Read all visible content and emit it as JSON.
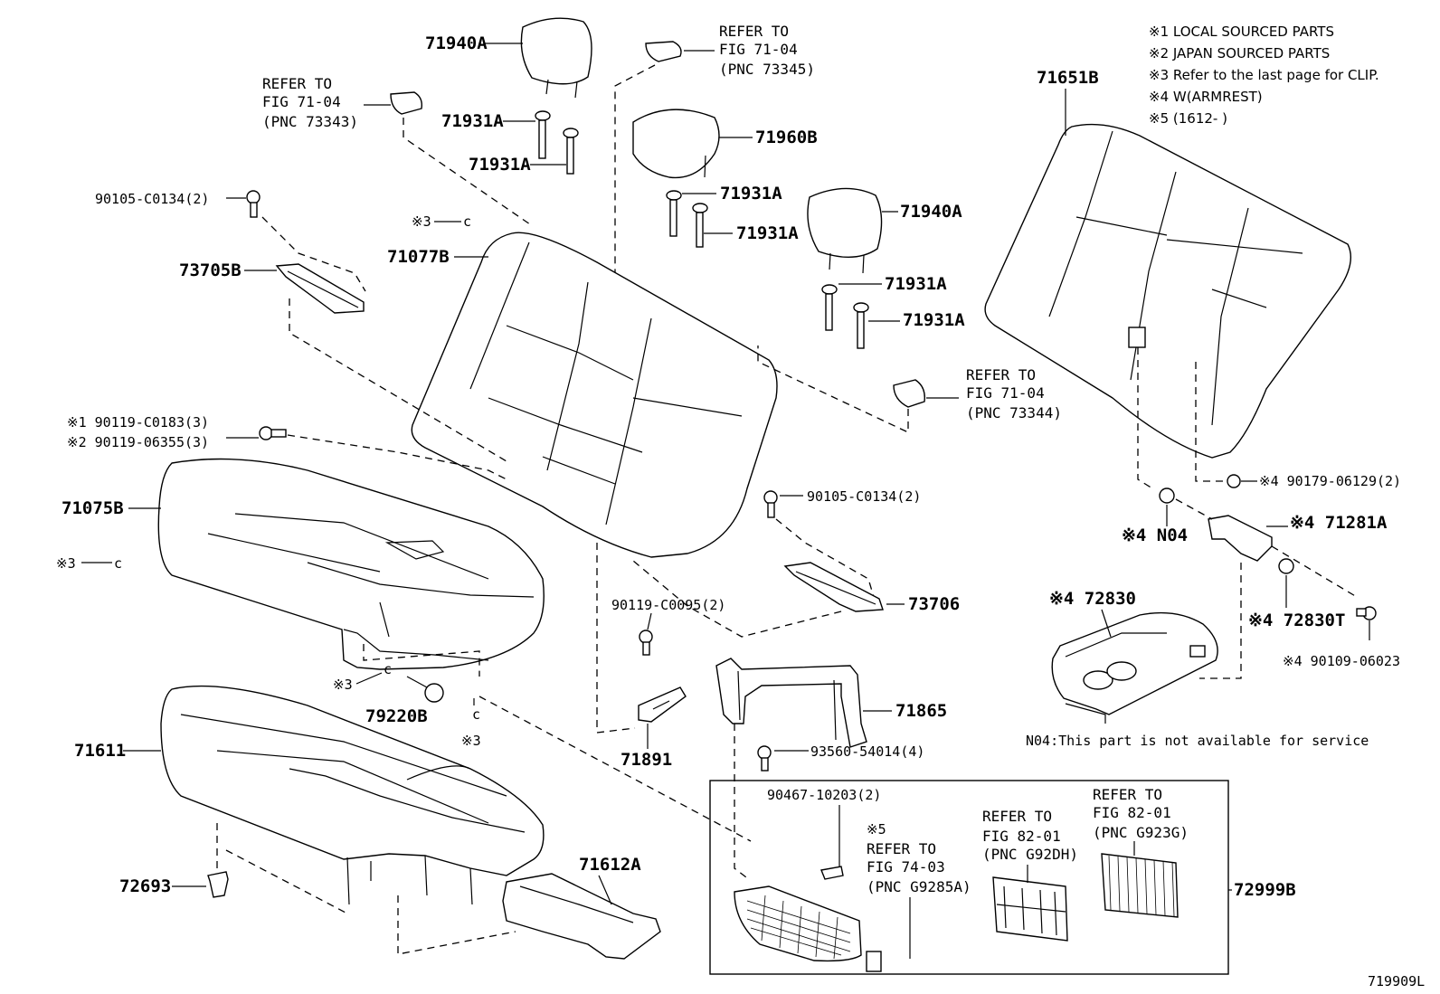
{
  "notes": {
    "n1": "※1 LOCAL SOURCED PARTS",
    "n2": "※2 JAPAN SOURCED PARTS",
    "n3": "※3 Refer to the last page for CLIP.",
    "n4": "※4 W(ARMREST)",
    "n5": "※5 (1612-      )"
  },
  "parts": {
    "p71940A_1": "71940A",
    "p71931A_1": "71931A",
    "p71931A_2": "71931A",
    "p71960B": "71960B",
    "p71931A_3": "71931A",
    "p71931A_4": "71931A",
    "p71940A_2": "71940A",
    "p71931A_5": "71931A",
    "p71931A_6": "71931A",
    "p71651B": "71651B",
    "p90105a": "90105-C0134(2)",
    "p73705B": "73705B",
    "p71077B": "71077B",
    "p90119a": "※1 90119-C0183(3)",
    "p90119b": "※2 90119-06355(3)",
    "p71075B": "71075B",
    "p90105b": "90105-C0134(2)",
    "p73706": "73706",
    "p90119c": "90119-C0095(2)",
    "p71891": "71891",
    "p79220B": "79220B",
    "p71611": "71611",
    "p71612A": "71612A",
    "p72693": "72693",
    "p71865": "71865",
    "p93560": "93560-54014(4)",
    "p90467": "90467-10203(2)",
    "p72999B": "72999B",
    "p90179": "※4 90179-06129(2)",
    "pN04": "※4 N04",
    "p71281A": "※4 71281A",
    "p72830": "※4 72830",
    "p72830T": "※4 72830T",
    "p90109": "※4 90109-06023",
    "clip1": "※3",
    "clip2": "※3",
    "clip3": "※3",
    "clip4": "※3",
    "star5": "※5",
    "fig": "719909L"
  },
  "refs": {
    "r73343": [
      "REFER TO",
      "FIG 71-04",
      "(PNC 73343)"
    ],
    "r73345": [
      "REFER TO",
      "FIG 71-04",
      "(PNC 73345)"
    ],
    "r73344": [
      "REFER TO",
      "FIG 71-04",
      "(PNC 73344)"
    ],
    "rG9285A": [
      "REFER TO",
      "FIG 74-03",
      "(PNC G9285A)"
    ],
    "rG92DH": [
      "REFER TO",
      "FIG 82-01",
      "(PNC G92DH)"
    ],
    "rG923G": [
      "REFER TO",
      "FIG 82-01",
      "(PNC G923G)"
    ]
  },
  "footnote": "N04:This part is not available for service"
}
